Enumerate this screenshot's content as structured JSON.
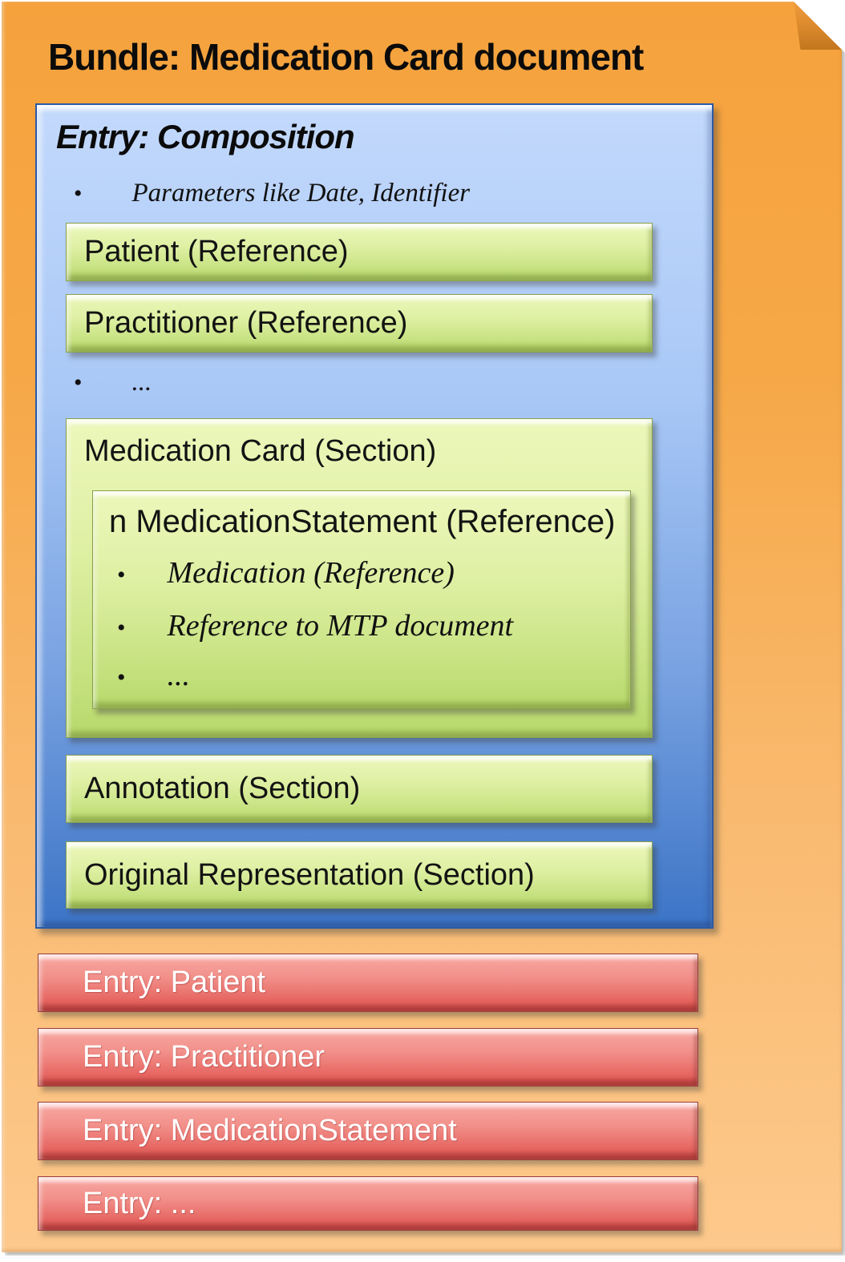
{
  "ui": {
    "bullet": "•"
  },
  "title": "Bundle: Medication Card document",
  "composition": {
    "title": "Entry: Composition",
    "param_bullet": "Parameters like Date, Identifier",
    "patient": "Patient (Reference)",
    "practitioner": "Practitioner (Reference)",
    "ellipsis": "...",
    "card": {
      "title": "Medication Card (Section)",
      "statement": {
        "title": "n MedicationStatement (Reference)",
        "bullets": [
          "Medication (Reference)",
          "Reference to MTP document",
          "..."
        ]
      }
    },
    "sections": [
      "Annotation (Section)",
      "Original Representation (Section)"
    ]
  },
  "entries": [
    "Entry: Patient",
    "Entry: Practitioner",
    "Entry: MedicationStatement",
    "Entry: ..."
  ],
  "colors": {
    "page_orange_top": "#f5a23d",
    "page_orange_bottom": "#fdc98c",
    "fold_orange": "#df8c2f",
    "blue_top": "#c3d9fc",
    "blue_bottom": "#3c74c6",
    "green_top": "#ecf7bb",
    "green_bottom": "#b7d96b",
    "red_top": "#f8a9a3",
    "red_bottom": "#df5551",
    "text_dark": "#0b0b0b",
    "text_light": "#ffffff"
  }
}
